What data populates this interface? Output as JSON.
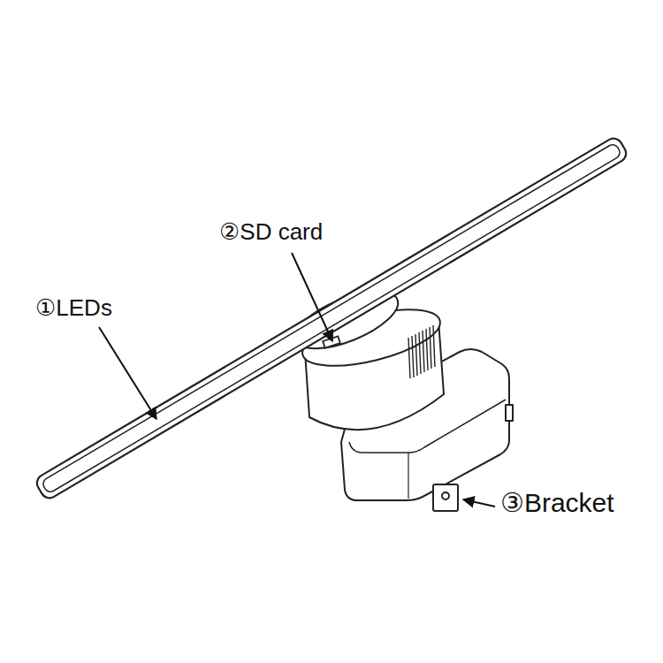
{
  "diagram": {
    "labels": [
      "①LEDs",
      "②SD card",
      "③Bracket"
    ]
  }
}
